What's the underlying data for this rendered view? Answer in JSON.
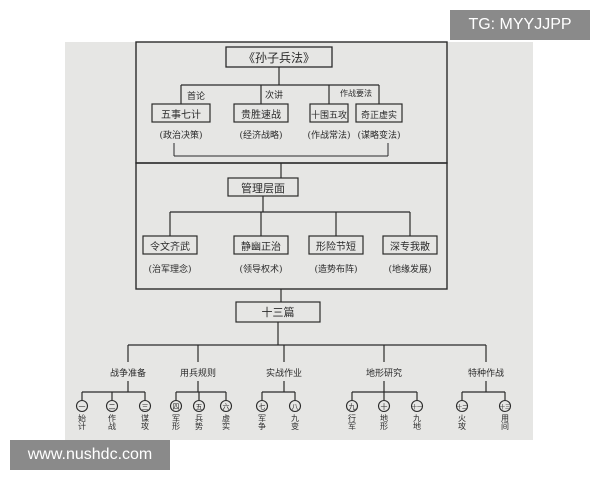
{
  "watermarks": {
    "top_right": "TG: MYYJJPP",
    "bottom_left": "www.nushdc.com"
  },
  "diagram": {
    "title": "《孙子兵法》",
    "strategy_labels": [
      "首论",
      "次讲",
      "作战要法",
      ""
    ],
    "strategy_nodes": [
      {
        "title": "五事七计",
        "sub": "(政治决策)"
      },
      {
        "title": "贵胜速战",
        "sub": "(经济战略)"
      },
      {
        "title": "十围五攻",
        "sub": "(作战常法)"
      },
      {
        "title": "奇正虚实",
        "sub": "(谋略变法)"
      }
    ],
    "management": {
      "title": "管理层面",
      "nodes": [
        {
          "title": "令文齐武",
          "sub": "(治军理念)"
        },
        {
          "title": "静幽正治",
          "sub": "(领导权术)"
        },
        {
          "title": "形险节短",
          "sub": "(造势布阵)"
        },
        {
          "title": "深专我散",
          "sub": "(地缘发展)"
        }
      ]
    },
    "chapters": {
      "title": "十三篇",
      "groups": [
        {
          "label": "战争准备",
          "leaves": [
            [
              "一",
              "始计"
            ],
            [
              "二",
              "作战"
            ],
            [
              "三",
              "谋攻"
            ]
          ]
        },
        {
          "label": "用兵规则",
          "leaves": [
            [
              "四",
              "军形"
            ],
            [
              "五",
              "兵势"
            ],
            [
              "六",
              "虚实"
            ]
          ]
        },
        {
          "label": "实战作业",
          "leaves": [
            [
              "七",
              "军争"
            ],
            [
              "八",
              "九变"
            ]
          ]
        },
        {
          "label": "地形研究",
          "leaves": [
            [
              "九",
              "行军"
            ],
            [
              "十",
              "地形"
            ],
            [
              "十一",
              "九地"
            ]
          ]
        },
        {
          "label": "特种作战",
          "leaves": [
            [
              "十二",
              "火攻"
            ],
            [
              "十三",
              "用间"
            ]
          ]
        }
      ]
    }
  }
}
